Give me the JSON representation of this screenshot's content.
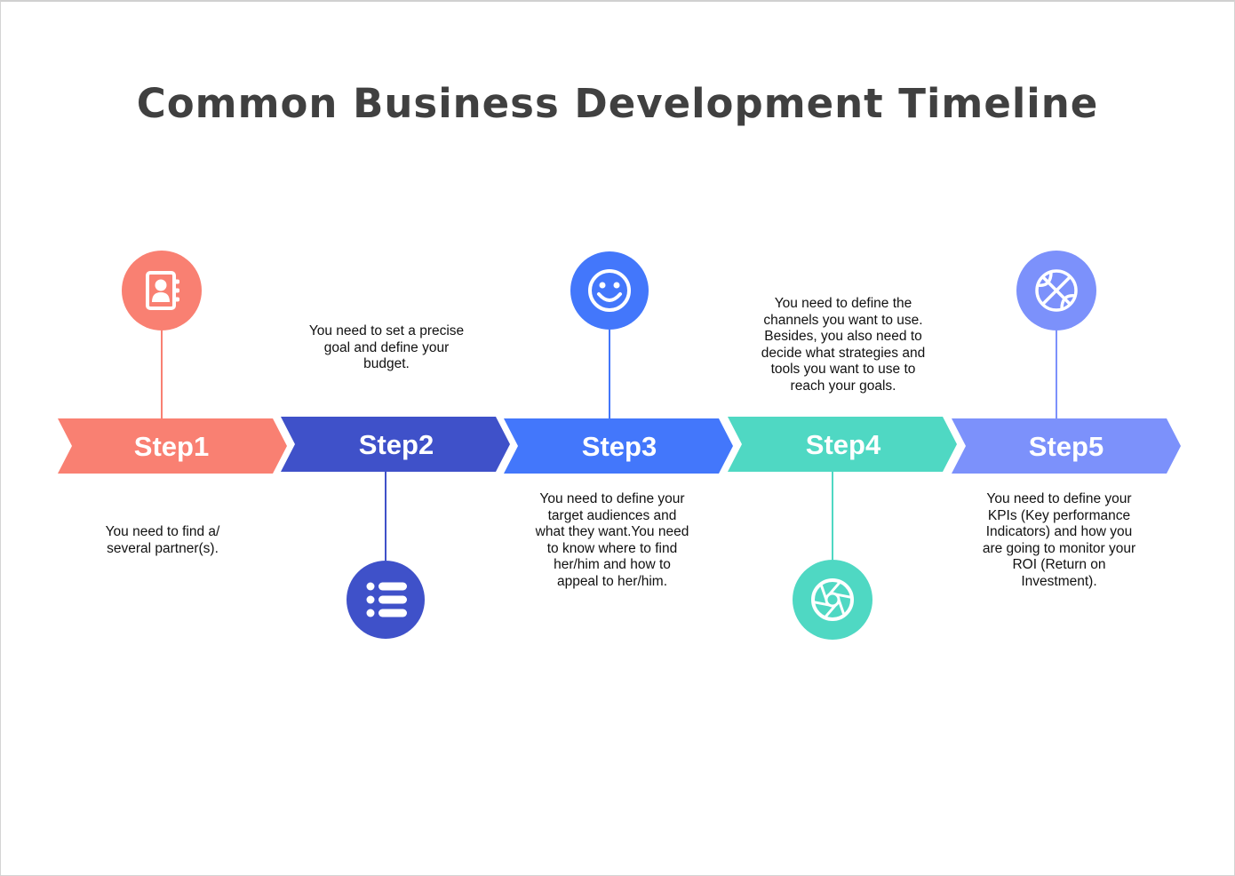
{
  "title": "Common Business Development Timeline",
  "steps": [
    {
      "label": "Step1",
      "color": "#f98072",
      "icon": "contact-book-icon",
      "description": "You need to find a/ several partner(s).",
      "lines": [
        "You need to find a/",
        "several partner(s)."
      ]
    },
    {
      "label": "Step2",
      "color": "#3f51c9",
      "icon": "list-icon",
      "description": "You need to set a precise goal and define your budget.",
      "lines": [
        "You need to set a precise",
        "goal and define your",
        "budget."
      ]
    },
    {
      "label": "Step3",
      "color": "#4377fb",
      "icon": "smiley-icon",
      "description": "You need to define your target audiences and what they want.You need to know where to find her/him and how to appeal to her/him.",
      "lines": [
        "You need to define your",
        "target audiences and",
        "what they want.You need",
        "to know where to find",
        "her/him and how to",
        "appeal to her/him."
      ]
    },
    {
      "label": "Step4",
      "color": "#4fd8c3",
      "icon": "shutter-icon",
      "description": "You need to define the channels you want to use. Besides, you also need to decide what strategies and tools you want to use to reach your goals.",
      "lines": [
        "You need to define the",
        "channels you want to use.",
        "Besides, you also need to",
        "decide what strategies and",
        "tools you want to use to",
        "reach your goals."
      ]
    },
    {
      "label": "Step5",
      "color": "#7c91fb",
      "icon": "basketball-icon",
      "description": "You need to define your KPIs (Key performance Indicators) and how you are going to monitor your ROI (Return on Investment).",
      "lines": [
        "You need to define your",
        "KPIs (Key performance",
        "Indicators) and how you",
        "are going to monitor your",
        "ROI (Return on",
        "Investment)."
      ]
    }
  ]
}
